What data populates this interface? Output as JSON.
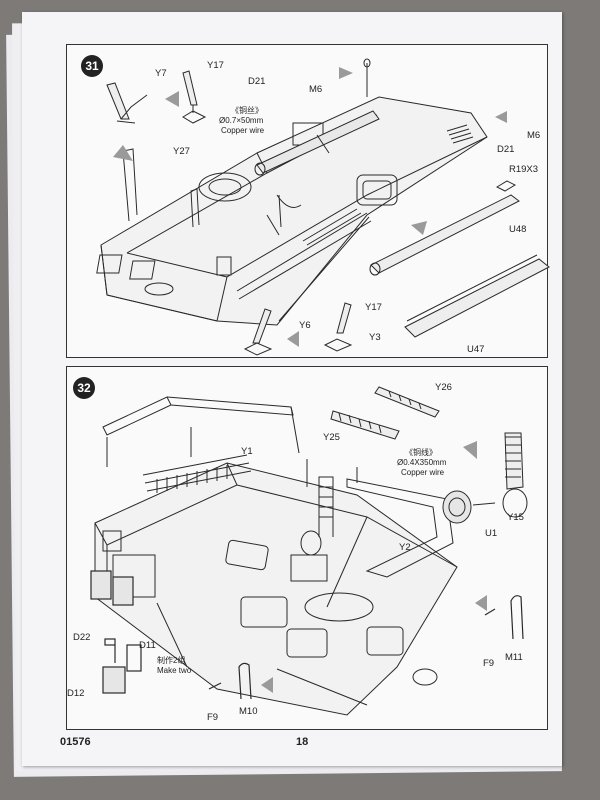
{
  "document": {
    "product_code": "01576",
    "page_number": "18"
  },
  "step31": {
    "number": "31",
    "parts": [
      "Y7",
      "Y17",
      "D21",
      "M6",
      "Y27",
      "M6",
      "D21",
      "R19X3",
      "U48",
      "U47",
      "Y6",
      "Y17",
      "Y3"
    ],
    "wire": {
      "cn": "《铜丝》",
      "size": "Ø0.7×50mm",
      "text": "Copper wire"
    }
  },
  "step32": {
    "number": "32",
    "parts": [
      "Y26",
      "Y25",
      "Y1",
      "Y2",
      "Y15",
      "U1",
      "D22",
      "D11",
      "D12",
      "F9",
      "M10",
      "F9",
      "M11"
    ],
    "wire": {
      "cn": "《铜线》",
      "size": "Ø0.4X350mm",
      "text": "Copper wire"
    },
    "make_two_cn": "制作2组",
    "make_two": "Make two"
  },
  "colors": {
    "ink": "#2a2a2a",
    "arrow": "#8a8a8a",
    "paper": "#f5f5f7",
    "background": "#7d7a78"
  }
}
